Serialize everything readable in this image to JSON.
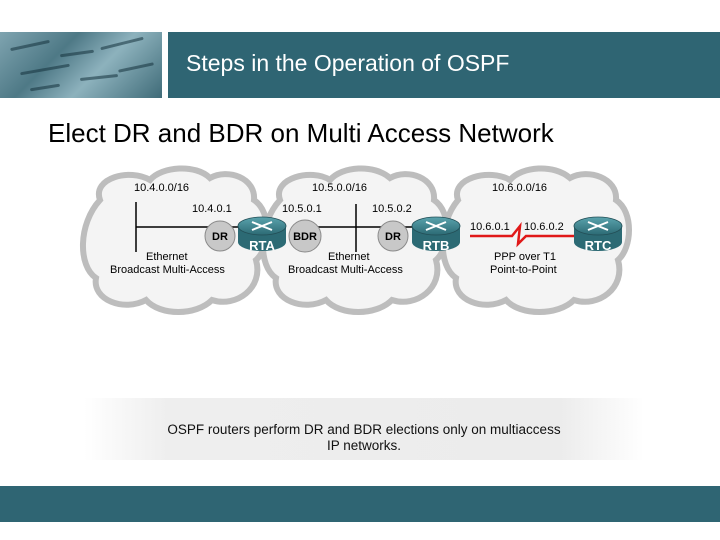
{
  "header": {
    "title": "Steps in the Operation of OSPF"
  },
  "heading": "Elect DR and BDR on Multi Access Network",
  "networks": [
    {
      "subnet": "10.4.0.0/16",
      "iface_left": "10.4.0.1",
      "type_line1": "Ethernet",
      "type_line2": "Broadcast Multi-Access"
    },
    {
      "subnet": "10.5.0.0/16",
      "iface_left": "10.5.0.1",
      "iface_right": "10.5.0.2",
      "type_line1": "Ethernet",
      "type_line2": "Broadcast Multi-Access"
    },
    {
      "subnet": "10.6.0.0/16",
      "iface_left": "10.6.0.1",
      "iface_right": "10.6.0.2",
      "type_line1": "PPP over T1",
      "type_line2": "Point-to-Point"
    }
  ],
  "routers": {
    "rta": "RTA",
    "rtb": "RTB",
    "rtc": "RTC"
  },
  "roles": {
    "dr": "DR",
    "bdr": "BDR"
  },
  "caption": {
    "line1": "OSPF routers perform DR and BDR elections only on multiaccess",
    "line2": "IP networks."
  },
  "colors": {
    "title_bar": "#2f6573",
    "router": "#3a7f8a",
    "serial_link": "#e01818",
    "cloud": "#f4f4f4"
  }
}
